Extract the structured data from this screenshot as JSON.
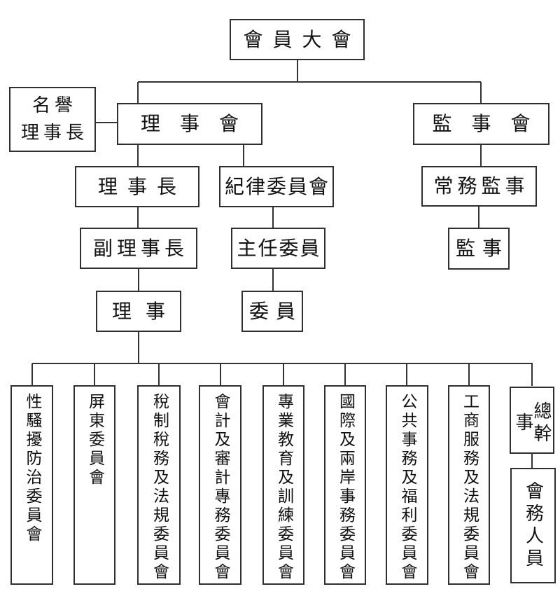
{
  "diagram": {
    "type": "org-chart",
    "nodes": [
      {
        "id": "member-assembly",
        "label": "會員大會"
      },
      {
        "id": "honorary-chairman",
        "label": "名譽\n理事長"
      },
      {
        "id": "board-of-directors",
        "label": "理事會"
      },
      {
        "id": "board-of-supervisors",
        "label": "監事會"
      },
      {
        "id": "chairman",
        "label": "理事長"
      },
      {
        "id": "discipline-committee",
        "label": "紀律委員會"
      },
      {
        "id": "standing-supervisor",
        "label": "常務監事"
      },
      {
        "id": "vice-chairman",
        "label": "副理事長"
      },
      {
        "id": "chief-commissioner",
        "label": "主任委員"
      },
      {
        "id": "supervisor",
        "label": "監事"
      },
      {
        "id": "director",
        "label": "理事"
      },
      {
        "id": "commissioner",
        "label": "委員"
      },
      {
        "id": "sexual-harassment-prevention-committee",
        "label": "性騷擾防治委員會"
      },
      {
        "id": "pingtung-committee",
        "label": "屏東委員會"
      },
      {
        "id": "tax-system-tax-affairs-regulations-committee",
        "label": "稅制稅務及法規委員會"
      },
      {
        "id": "accounting-auditing-affairs-committee",
        "label": "會計及審計專務委員會"
      },
      {
        "id": "professional-education-training-committee",
        "label": "專業教育及訓練委員會"
      },
      {
        "id": "international-cross-strait-affairs-committee",
        "label": "國際及兩岸事務委員會"
      },
      {
        "id": "public-affairs-welfare-committee",
        "label": "公共事務及福利委員會"
      },
      {
        "id": "commercial-services-regulations-committee",
        "label": "工商服務及法規委員會"
      },
      {
        "id": "secretary-general",
        "label": "總幹事"
      },
      {
        "id": "administrative-staff",
        "label": "會務人員"
      }
    ],
    "edges": [
      {
        "from": "member-assembly",
        "to": "board-of-directors"
      },
      {
        "from": "member-assembly",
        "to": "board-of-supervisors"
      },
      {
        "from": "honorary-chairman",
        "to": "board-of-directors"
      },
      {
        "from": "board-of-directors",
        "to": "chairman"
      },
      {
        "from": "board-of-directors",
        "to": "discipline-committee"
      },
      {
        "from": "board-of-supervisors",
        "to": "standing-supervisor"
      },
      {
        "from": "chairman",
        "to": "vice-chairman"
      },
      {
        "from": "discipline-committee",
        "to": "chief-commissioner"
      },
      {
        "from": "standing-supervisor",
        "to": "supervisor"
      },
      {
        "from": "vice-chairman",
        "to": "director"
      },
      {
        "from": "chief-commissioner",
        "to": "commissioner"
      },
      {
        "from": "director",
        "to": "sexual-harassment-prevention-committee"
      },
      {
        "from": "director",
        "to": "pingtung-committee"
      },
      {
        "from": "director",
        "to": "tax-system-tax-affairs-regulations-committee"
      },
      {
        "from": "director",
        "to": "accounting-auditing-affairs-committee"
      },
      {
        "from": "director",
        "to": "professional-education-training-committee"
      },
      {
        "from": "director",
        "to": "international-cross-strait-affairs-committee"
      },
      {
        "from": "director",
        "to": "public-affairs-welfare-committee"
      },
      {
        "from": "director",
        "to": "commercial-services-regulations-committee"
      },
      {
        "from": "director",
        "to": "secretary-general"
      },
      {
        "from": "secretary-general",
        "to": "administrative-staff"
      }
    ]
  },
  "colors": {
    "background": "#ffffff",
    "line": "#333333",
    "text": "#111111"
  }
}
